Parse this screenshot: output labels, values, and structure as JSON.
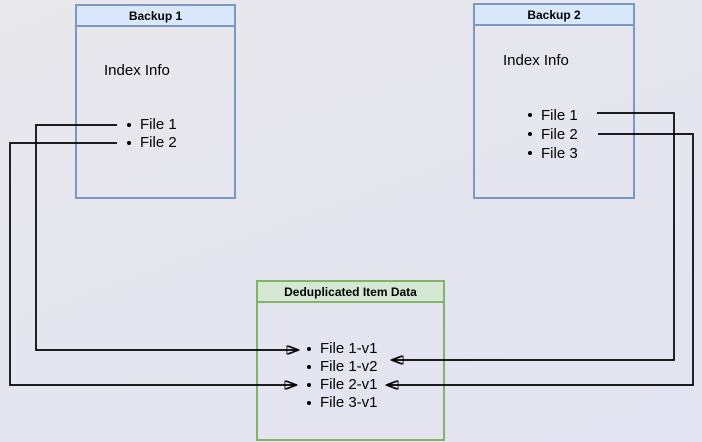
{
  "boxes": [
    {
      "title": "Backup 1",
      "label": "Index Info",
      "items": [
        "File 1",
        "File 2"
      ]
    },
    {
      "title": "Backup 2",
      "label": "Index Info",
      "items": [
        "File 1",
        "File 2",
        "File 3"
      ]
    },
    {
      "title": "Deduplicated Item Data",
      "items": [
        "File 1-v1",
        "File 1-v2",
        "File 2-v1",
        "File 3-v1"
      ]
    }
  ],
  "connections": [
    {
      "from": "Backup 1 / File 1",
      "to": "File 1-v1"
    },
    {
      "from": "Backup 1 / File 2",
      "to": "File 2-v1"
    },
    {
      "from": "Backup 2 / File 1",
      "to": "File 1-v2"
    },
    {
      "from": "Backup 2 / File 2",
      "to": "File 2-v1"
    }
  ],
  "colors": {
    "arrow": "#000000",
    "backup_header_fill": "#dae8fc",
    "backup_border": "#6c8ebf",
    "dedup_header_fill": "#d5e8d4",
    "dedup_border": "#82b366",
    "text": "#000000"
  }
}
